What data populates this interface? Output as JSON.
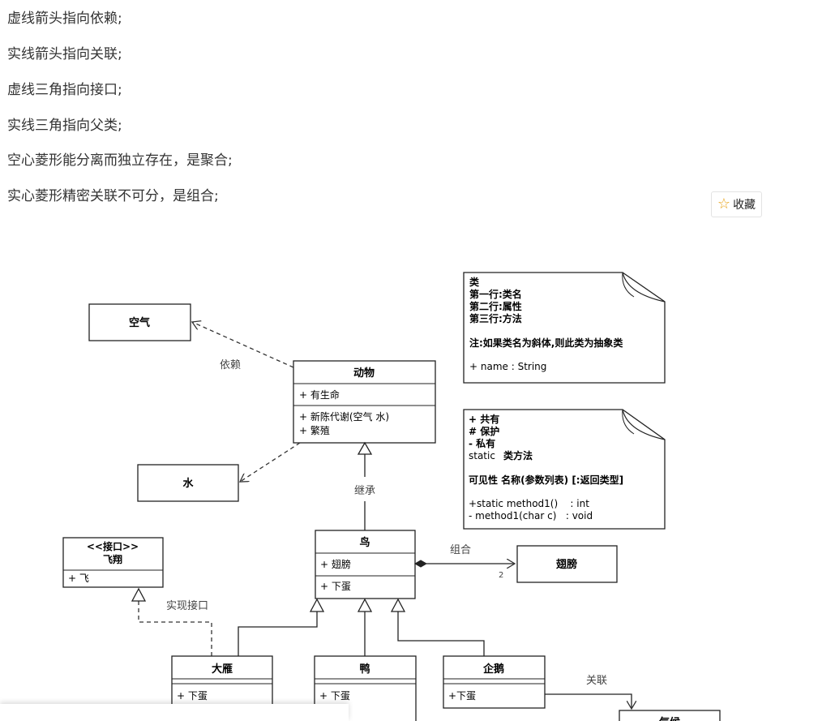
{
  "intro_lines": [
    "虚线箭头指向依赖;",
    "实线箭头指向关联;",
    "虚线三角指向接口;",
    "实线三角指向父类;",
    "空心菱形能分离而独立存在，是聚合;",
    "实心菱形精密关联不可分，是组合;"
  ],
  "favorite_button": {
    "icon": "star-icon",
    "label": "收藏"
  },
  "diagram": {
    "boxes": {
      "air": "空气",
      "water": "水",
      "wing": "翅膀",
      "climate": "气候"
    },
    "animal": {
      "name": "动物",
      "attrs": [
        "+ 有生命"
      ],
      "methods": [
        "+ 新陈代谢(空气 水)",
        "+ 繁殖"
      ]
    },
    "bird": {
      "name": "鸟",
      "attrs": [
        "+ 翅膀"
      ],
      "methods": [
        "+ 下蛋"
      ]
    },
    "fly_interface": {
      "stereotype": "<<接口>>",
      "name": "飞翔",
      "methods": [
        "+ 飞"
      ]
    },
    "goose": {
      "name": "大雁",
      "methods": [
        "+ 下蛋"
      ]
    },
    "duck": {
      "name": "鸭",
      "methods": [
        "+ 下蛋"
      ]
    },
    "penguin": {
      "name": "企鹅",
      "methods": [
        "+下蛋"
      ]
    },
    "labels": {
      "dependency": "依赖",
      "inheritance": "继承",
      "composition": "组合",
      "multiplicity": "2",
      "realization": "实现接口",
      "association": "关联"
    },
    "note1": {
      "lines": [
        "类",
        "第一行:类名",
        "第二行:属性",
        "第三行:方法"
      ],
      "abstract_note": "注:如果类名为斜体,则此类为抽象类",
      "example": "+ name : String"
    },
    "note2": {
      "visibility": [
        "+ 共有",
        "# 保护",
        "- 私有"
      ],
      "static_kw": "static",
      "static_label": "类方法",
      "signature": "可见性 名称(参数列表) [:返回类型]",
      "examples": [
        "+static method1()    : int",
        "- method1(char c)   : void"
      ]
    }
  }
}
